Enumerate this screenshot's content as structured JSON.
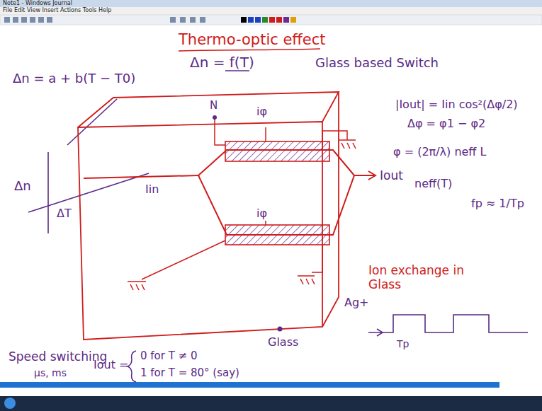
{
  "diagram": {
    "title": "Thermo-optic effect",
    "labels": [
      "Note1 - Windows Journal",
      "File Edit View Insert Actions Tools Help",
      "Δn = f(T)",
      "Glass based Switch",
      "Δn = a + b(T − T0)",
      "Δn",
      "ΔT",
      "N",
      "iφ",
      "Iin",
      "iφ",
      "Iout",
      "|Iout| = Iin cos²(Δφ/2)",
      "Δφ = φ1 − φ2",
      "φ = (2π/λ) neff L",
      "neff(T)",
      "fp ≈ 1/Tp",
      "Glass",
      "Ag+",
      "Ion exchange in Glass",
      "Tp",
      "Speed switching",
      "μs, ms",
      "Iout =",
      "0 for T ≠ 0",
      "1 for T = 80° (say)"
    ]
  }
}
